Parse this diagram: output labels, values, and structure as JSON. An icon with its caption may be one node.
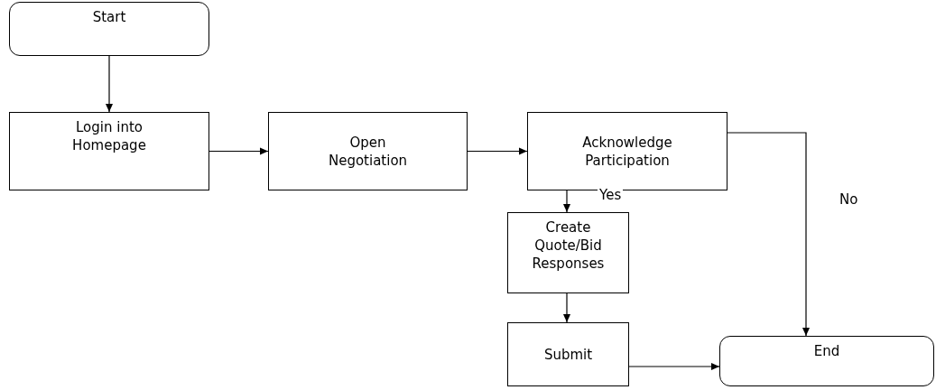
{
  "diagram": {
    "nodes": [
      {
        "text": [
          "Start"
        ]
      },
      {
        "text": [
          "Login into Homepage"
        ]
      },
      {
        "text": [
          "Open Negotiation"
        ]
      },
      {
        "text": [
          "Acknowledge Participation"
        ]
      },
      {
        "text": [
          "Create Quote/Bid Responses"
        ]
      },
      {
        "text": [
          "Submit"
        ]
      },
      {
        "text": [
          "End"
        ]
      }
    ],
    "edges": [
      {
        "from": 0,
        "to": 1,
        "arrow": "to"
      },
      {
        "from": 1,
        "to": 2,
        "arrow": "to"
      },
      {
        "from": 2,
        "to": 3,
        "arrow": "to"
      },
      {
        "from": 3,
        "to": 4,
        "arrow": "to",
        "label": "Yes"
      },
      {
        "from": 3,
        "to": 6,
        "arrow": "to",
        "label": "No"
      },
      {
        "from": 4,
        "to": 5,
        "arrow": "to"
      },
      {
        "from": 5,
        "to": 6,
        "arrow": "to"
      }
    ]
  }
}
